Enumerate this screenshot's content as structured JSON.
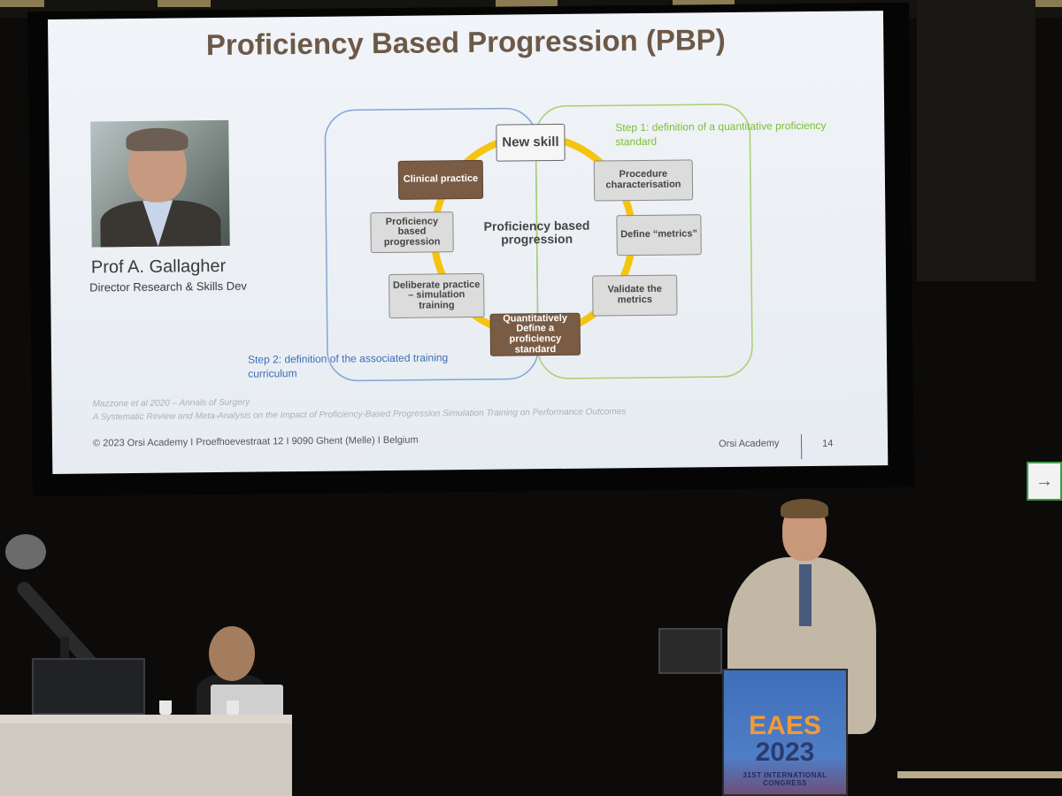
{
  "slide": {
    "title": "Proficiency Based Progression (PBP)",
    "professor_name": "Prof A. Gallagher",
    "professor_role": "Director Research & Skills Dev",
    "diagram": {
      "center_label": "Proficiency based progression",
      "nodes": [
        {
          "label": "New skill",
          "style": "big"
        },
        {
          "label": "Procedure characterisation",
          "style": "grey"
        },
        {
          "label": "Define “metrics”",
          "style": "grey"
        },
        {
          "label": "Validate the metrics",
          "style": "grey"
        },
        {
          "label": "Quantitatively Define a proficiency standard",
          "style": "dark"
        },
        {
          "label": "Deliberate practice – simulation training",
          "style": "grey"
        },
        {
          "label": "Proficiency based progression",
          "style": "grey"
        },
        {
          "label": "Clinical practice",
          "style": "dark"
        }
      ],
      "step1": "Step 1: definition of a quantitative proficiency standard",
      "step2": "Step 2: definition of the associated training curriculum"
    },
    "citation_line1": "Mazzone et al 2020 – Annals of Surgery",
    "citation_line2": "A Systematic Review and Meta-Analysis on the Impact of Proficiency-Based Progression Simulation Training on Performance Outcomes",
    "footer": "© 2023 Orsi Academy I Proefhoevestraat 12 I 9090 Ghent (Melle) I Belgium",
    "footer_brand": "Orsi Academy",
    "page_number": "14"
  },
  "lectern": {
    "line1": "EAES",
    "line2": "2023",
    "line3": "31ST INTERNATIONAL CONGRESS"
  },
  "colors": {
    "title": "#6d5947",
    "dark_node": "#7a5c45",
    "cycle": "#f5c40f",
    "step1": "#7bbf33",
    "step2": "#3e6db5"
  },
  "icons": [
    "exit-sign-icon"
  ]
}
